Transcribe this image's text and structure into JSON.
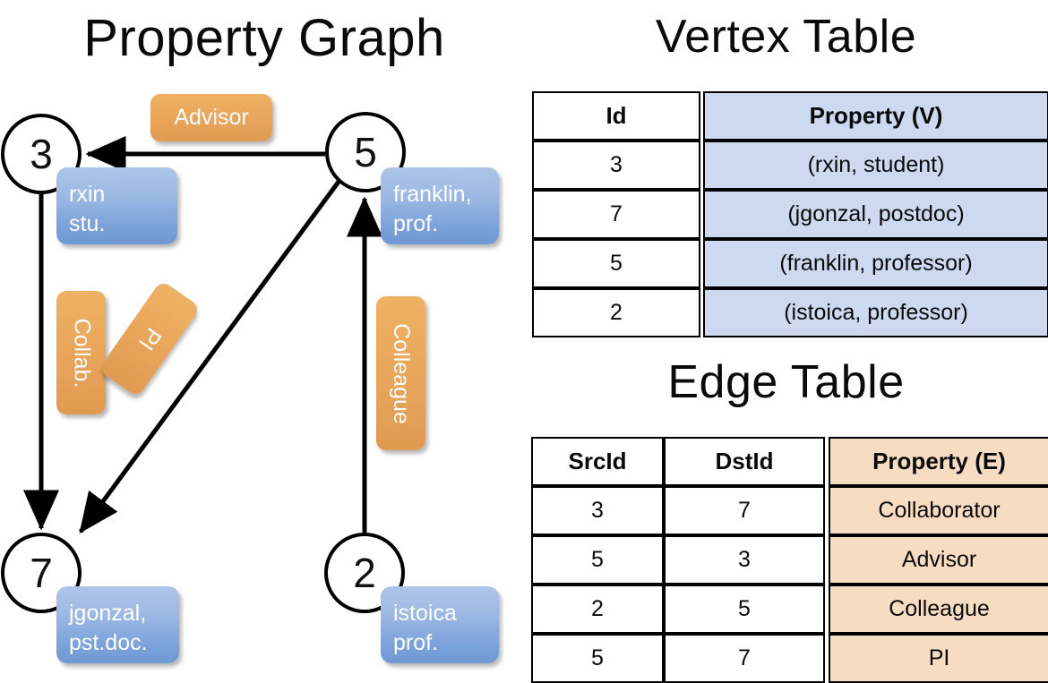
{
  "titles": {
    "property_graph": "Property Graph",
    "vertex_table": "Vertex Table",
    "edge_table": "Edge Table"
  },
  "graph": {
    "nodes": [
      {
        "id": "3",
        "label": "3",
        "property_lines": [
          "rxin",
          "stu."
        ]
      },
      {
        "id": "5",
        "label": "5",
        "property_lines": [
          "franklin,",
          "prof."
        ]
      },
      {
        "id": "7",
        "label": "7",
        "property_lines": [
          "jgonzal,",
          "pst.doc."
        ]
      },
      {
        "id": "2",
        "label": "2",
        "property_lines": [
          "istoica",
          "prof."
        ]
      }
    ],
    "edge_labels": [
      {
        "name": "advisor",
        "text": "Advisor",
        "orientation": "horizontal"
      },
      {
        "name": "collab",
        "text": "Collab.",
        "orientation": "vertical"
      },
      {
        "name": "pi",
        "text": "PI",
        "orientation": "rotated"
      },
      {
        "name": "colleague",
        "text": "Colleague",
        "orientation": "vertical"
      }
    ],
    "edges": [
      {
        "src": "5",
        "dst": "3",
        "label": "Advisor"
      },
      {
        "src": "3",
        "dst": "7",
        "label": "Collab."
      },
      {
        "src": "5",
        "dst": "7",
        "label": "PI"
      },
      {
        "src": "2",
        "dst": "5",
        "label": "Colleague"
      }
    ]
  },
  "vertex_table": {
    "headers": [
      "Id",
      "Property (V)"
    ],
    "rows": [
      {
        "id": "3",
        "property": "(rxin, student)"
      },
      {
        "id": "7",
        "property": "(jgonzal, postdoc)"
      },
      {
        "id": "5",
        "property": "(franklin, professor)"
      },
      {
        "id": "2",
        "property": "(istoica, professor)"
      }
    ]
  },
  "edge_table": {
    "headers": [
      "SrcId",
      "DstId",
      "Property (E)"
    ],
    "rows": [
      {
        "src": "3",
        "dst": "7",
        "property": "Collaborator"
      },
      {
        "src": "5",
        "dst": "3",
        "property": "Advisor"
      },
      {
        "src": "2",
        "dst": "5",
        "property": "Colleague"
      },
      {
        "src": "5",
        "dst": "7",
        "property": "PI"
      }
    ]
  },
  "colors": {
    "vertex_property_fill": "#ccd9ef",
    "edge_property_fill": "#f6ddc2",
    "node_box_blue": "#7ca3da",
    "edge_label_orange": "#eaa85c",
    "stroke": "#000000"
  }
}
